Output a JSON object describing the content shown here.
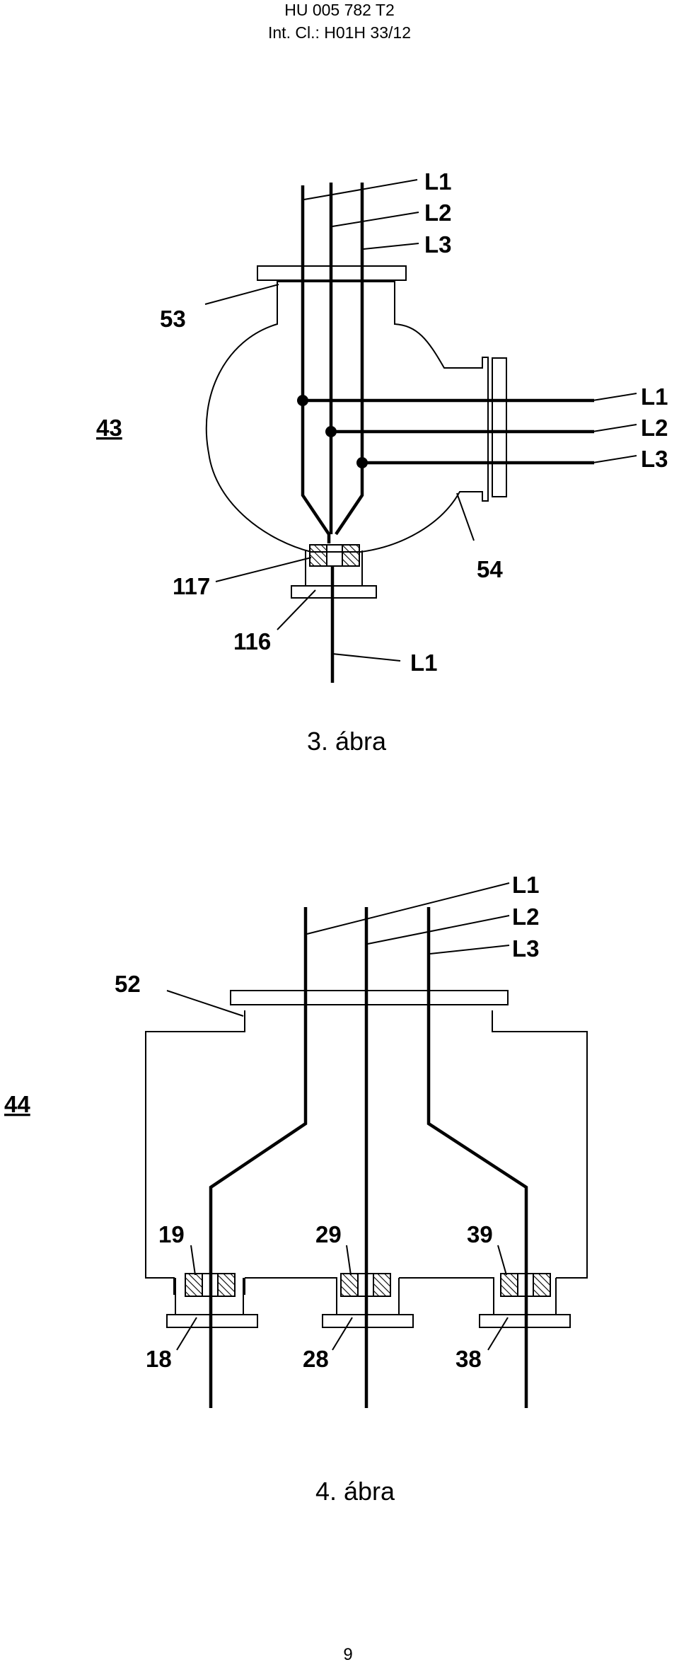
{
  "header": {
    "line1": "HU 005 782 T2",
    "line2": "Int. Cl.: H01H 33/12"
  },
  "figure3": {
    "caption": "3. ábra",
    "ref_assembly": "43",
    "ref_top_flange": "53",
    "ref_side_flange": "54",
    "ref_contact": "117",
    "ref_bottom_flange": "116",
    "lines_top": [
      "L1",
      "L2",
      "L3"
    ],
    "lines_side": [
      "L1",
      "L2",
      "L3"
    ],
    "line_bottom": "L1"
  },
  "figure4": {
    "caption": "4. ábra",
    "ref_assembly": "44",
    "ref_top_flange": "52",
    "lines_top": [
      "L1",
      "L2",
      "L3"
    ],
    "contacts": [
      "19",
      "29",
      "39"
    ],
    "bottom_flanges": [
      "18",
      "28",
      "38"
    ]
  },
  "footer": {
    "page_number": "9"
  }
}
